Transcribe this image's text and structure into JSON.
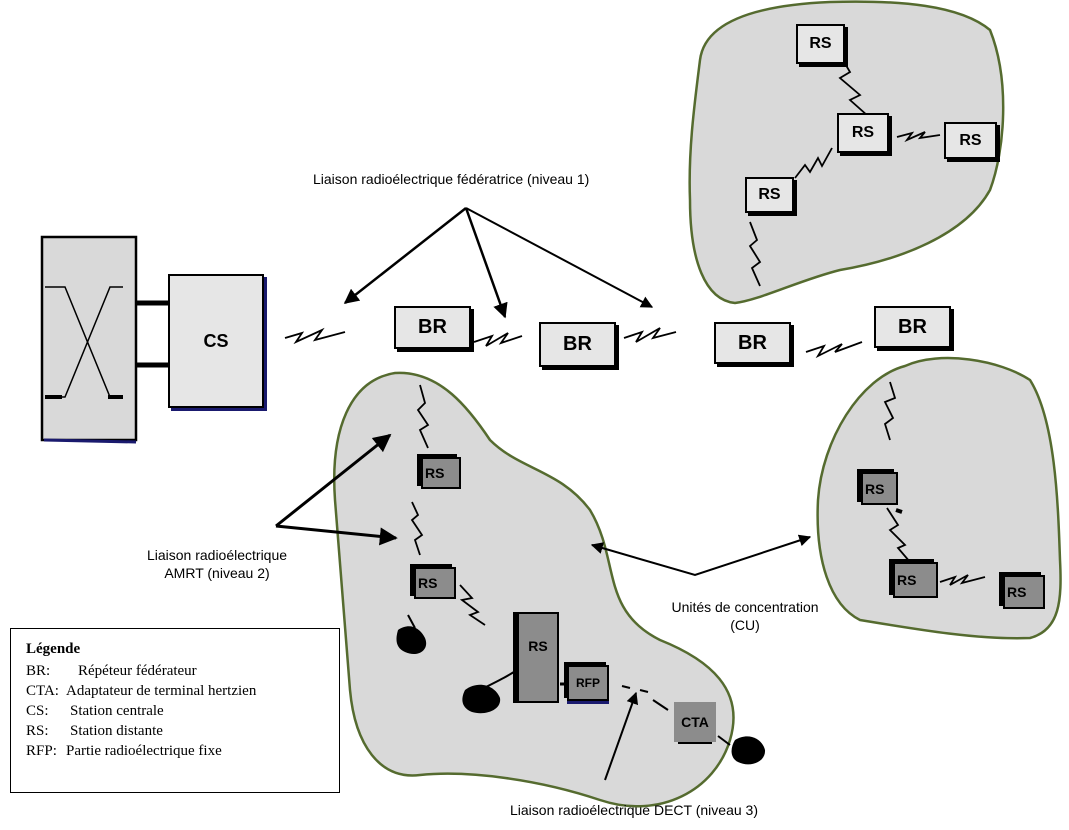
{
  "labels": {
    "federating_link": "Liaison radioélectrique fédératrice (niveau 1)",
    "tdma_link_line1": "Liaison radioélectrique",
    "tdma_link_line2": "AMRT (niveau 2)",
    "concentration_line1": "Unités de concentration",
    "concentration_line2": "(CU)",
    "dect_link": "Liaison radioélectrique DECT (niveau 3)"
  },
  "nodes": {
    "cs": "CS",
    "br": "BR",
    "rs": "RS",
    "rfp": "RFP",
    "cta": "CTA"
  },
  "legend": {
    "title": "Légende",
    "items": [
      {
        "code": "BR:",
        "text": "Répéteur fédérateur"
      },
      {
        "code": "CTA:",
        "text": "Adaptateur de terminal hertzien"
      },
      {
        "code": "CS:",
        "text": "Station centrale"
      },
      {
        "code": "RS:",
        "text": "Station distante"
      },
      {
        "code": "RFP:",
        "text": "Partie radioélectrique fixe"
      }
    ]
  },
  "colors": {
    "zone_fill": "#d9d9d9",
    "zone_border": "#556b2f",
    "box_fill": "#e6e6e6",
    "dark_box_fill": "#8c8c8c",
    "shadow_blue": "#1a1a6e"
  }
}
